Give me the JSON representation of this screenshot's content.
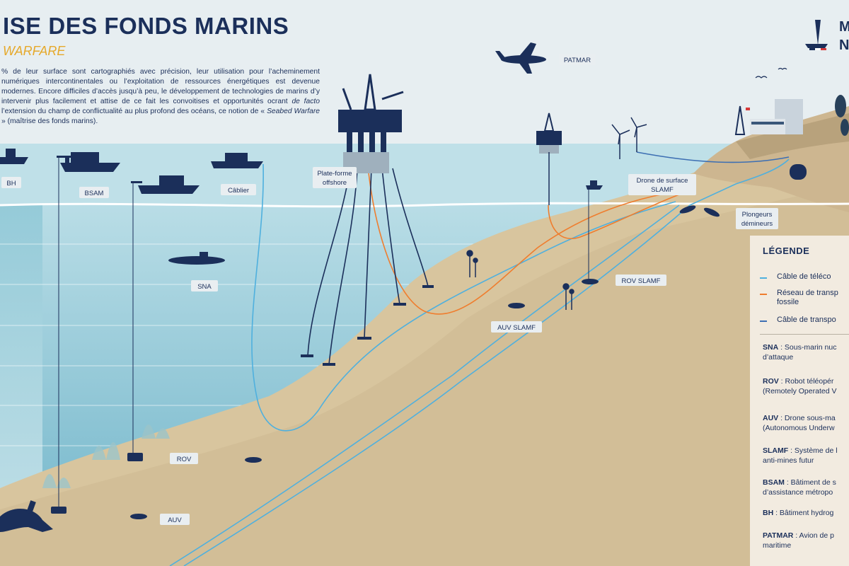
{
  "header": {
    "title": "ISE DES FONDS MARINS",
    "subtitle": "WARFARE",
    "intro_p1": "% de leur surface sont cartographiés avec précision, leur utilisation pour l’acheminement numériques intercontinentales ou l’exploitation de ressources énergétiques est devenue modernes. Encore difficiles d’accès jusqu’à peu, le développement de technologies de marins d’y intervenir plus facilement et attise de ce fait les convoitises et opportunités ocrant ",
    "intro_em1": "de facto",
    "intro_p2": " l’extension du champ de conflictualité au plus profond des océans, ce notion de « ",
    "intro_em2": "Seabed Warfare",
    "intro_p3": " » (maîtrise des fonds marins)."
  },
  "logo": {
    "letter_top": "M",
    "letter_bottom": "N"
  },
  "labels": {
    "patmar": "PATMAR",
    "bh": "BH",
    "bsam": "BSAM",
    "cablier": "Câblier",
    "plateforme_l1": "Plate-forme",
    "plateforme_l2": "offshore",
    "drone_l1": "Drone de surface",
    "drone_l2": "SLAMF",
    "plongeurs_l1": "Plongeurs",
    "plongeurs_l2": "démineurs",
    "sna": "SNA",
    "rov_slamf": "ROV SLAMF",
    "auv_slamf": "AUV SLAMF",
    "rov": "ROV",
    "auv": "AUV"
  },
  "legend": {
    "title": "LÉGENDE",
    "items": [
      {
        "label": "Câble de téléco",
        "label2": "",
        "color": "#4fb0de"
      },
      {
        "label": "Réseau de transp",
        "label2": "fossile",
        "color": "#ef7d2e"
      },
      {
        "label": "Câble de transpo",
        "label2": "",
        "color": "#3d6fb3"
      }
    ],
    "abbreviations": [
      {
        "abbr": "SNA",
        "text": " : Sous-marin nuc",
        "text2": "d’attaque"
      },
      {
        "abbr": "ROV",
        "text": " : Robot téléopér",
        "text2": "(Remotely Operated V"
      },
      {
        "abbr": "AUV",
        "text": " : Drone sous-ma",
        "text2": "(Autonomous Underw"
      },
      {
        "abbr": "SLAMF",
        "text": " : Système de l",
        "text2": "anti-mines futur"
      },
      {
        "abbr": "BSAM",
        "text": " : Bâtiment de s",
        "text2": "d’assistance métropo"
      },
      {
        "abbr": "BH",
        "text": " : Bâtiment hydrog",
        "text2": ""
      },
      {
        "abbr": "PATMAR",
        "text": " : Avion de p",
        "text2": "maritime"
      }
    ]
  },
  "colors": {
    "navy": "#1b2f5a",
    "accent": "#e6a92b",
    "telecom": "#4fb0de",
    "fossil": "#ef7d2e",
    "power": "#3d6fb3",
    "sea": "#a9d3de",
    "seabed": "#d8c59e"
  }
}
